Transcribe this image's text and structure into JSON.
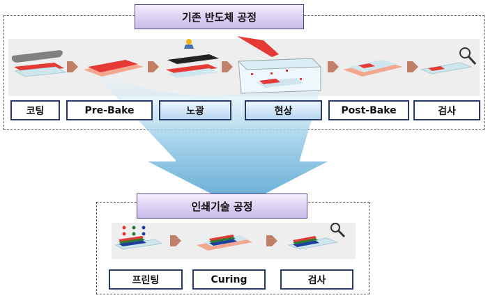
{
  "conventional": {
    "title": "기존 반도체 공정",
    "steps": [
      "코팅",
      "Pre-Bake",
      "노광",
      "현상",
      "Post-Bake",
      "검사"
    ]
  },
  "printing": {
    "title": "인쇄기술 공정",
    "steps": [
      "프린팅",
      "Curing",
      "검사"
    ]
  },
  "icons": [
    "coating-icon",
    "prebake-icon",
    "exposure-icon",
    "development-icon",
    "postbake-icon",
    "inspection-icon",
    "printing-icon",
    "curing-icon",
    "magnifier-icon"
  ],
  "colors": {
    "header": "#d9cdf1",
    "funnel": "#7fbde0",
    "arrow": "#c08068",
    "red": "#e53935",
    "glass": "#cfe6ef"
  }
}
